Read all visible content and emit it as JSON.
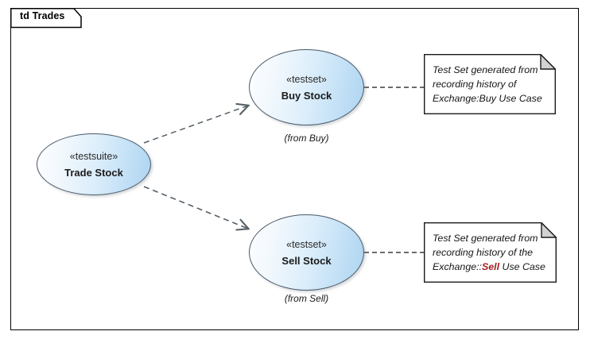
{
  "frame": {
    "label": "td Trades"
  },
  "nodes": [
    {
      "id": "trade-stock",
      "stereotype": "«testsuite»",
      "name": "Trade Stock",
      "from": ""
    },
    {
      "id": "buy-stock",
      "stereotype": "«testset»",
      "name": "Buy Stock",
      "from": "(from Buy)"
    },
    {
      "id": "sell-stock",
      "stereotype": "«testset»",
      "name": "Sell Stock",
      "from": "(from Sell)"
    }
  ],
  "notes": [
    {
      "id": "buy-note",
      "line1": "Test Set generated from",
      "line2": "recording history of",
      "line3_pre": "Exchange:Buy Use Case",
      "line3_emph": "",
      "line3_post": ""
    },
    {
      "id": "sell-note",
      "line1": "Test Set generated from",
      "line2": "recording history of the",
      "line3_pre": "Exchange::",
      "line3_emph": "Sell",
      "line3_post": " Use Case"
    }
  ],
  "connectors": [
    {
      "id": "trade-to-buy",
      "kind": "dependency-arrow"
    },
    {
      "id": "trade-to-sell",
      "kind": "dependency-arrow"
    },
    {
      "id": "buy-to-note",
      "kind": "note-anchor"
    },
    {
      "id": "sell-to-note",
      "kind": "note-anchor"
    }
  ],
  "colors": {
    "node_border": "#4a5a6a",
    "node_fill_light": "#fdfeff",
    "node_fill_dark": "#aed4f0",
    "frame_border": "#000000",
    "connector": "#555f66",
    "note_border": "#1a1a1a",
    "note_fold": "#d2d2d2",
    "emphasis_text": "#a42020"
  }
}
